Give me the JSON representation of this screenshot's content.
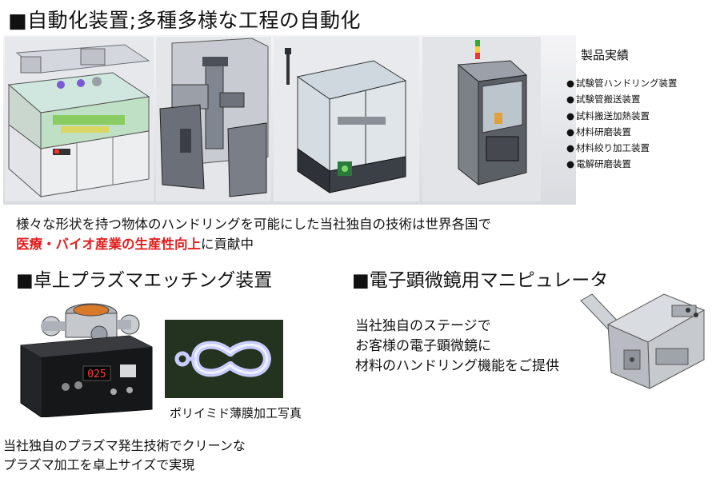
{
  "header": {
    "title": "■自動化装置;多種多様な工程の自動化"
  },
  "products": {
    "title": "製品実績",
    "items": [
      "試験管ハンドリング装置",
      "試験管搬送装置",
      "試料搬送加熱装置",
      "材料研磨装置",
      "材料絞り加工装置",
      "電解研磨装置"
    ]
  },
  "intro": {
    "line1": "様々な形状を持つ物体のハンドリングを可能にした当社独自の技術は世界各国で",
    "line2_highlight": "医療・バイオ産業の生産性向上",
    "line2_rest": "に貢献中"
  },
  "plasma": {
    "title": "■卓上プラズマエッチング装置",
    "photo_caption": "ポリイミド薄膜加工写真",
    "line1": "当社独自のプラズマ発生技術でクリーンな",
    "line2": "プラズマ加工を卓上サイズで実現",
    "display_value": "025"
  },
  "manipulator": {
    "title": "■電子顕微鏡用マニピュレータ",
    "line1": "当社独自のステージで",
    "line2": "お客様の電子顕微鏡に",
    "line3": "材料のハンドリング機能をご提供"
  }
}
